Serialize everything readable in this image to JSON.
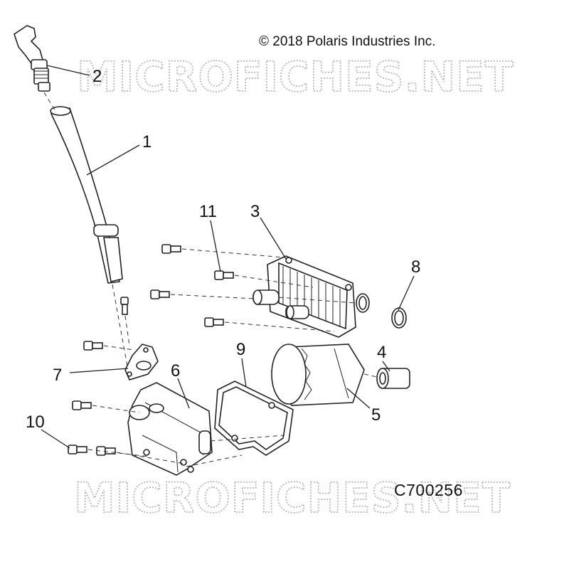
{
  "header": {
    "copyright": "© 2018 Polaris Industries Inc."
  },
  "watermark": {
    "text": "MICROFICHES.NET"
  },
  "footer": {
    "figure_code": "C700256"
  },
  "callouts": [
    {
      "id": "1",
      "label": "1",
      "part": "dipstick-tube"
    },
    {
      "id": "2",
      "label": "2",
      "part": "dipstick"
    },
    {
      "id": "3",
      "label": "3",
      "part": "oil-cooler"
    },
    {
      "id": "4",
      "label": "4",
      "part": "adapter-fitting"
    },
    {
      "id": "5",
      "label": "5",
      "part": "oil-filter"
    },
    {
      "id": "6",
      "label": "6",
      "part": "filter-housing"
    },
    {
      "id": "7",
      "label": "7",
      "part": "flange-gasket"
    },
    {
      "id": "8",
      "label": "8",
      "part": "o-ring"
    },
    {
      "id": "9",
      "label": "9",
      "part": "housing-gasket"
    },
    {
      "id": "10",
      "label": "10",
      "part": "housing-screw"
    },
    {
      "id": "11",
      "label": "11",
      "part": "cooler-screw"
    }
  ],
  "colors": {
    "line": "#222222",
    "watermark": "#bdbdbd",
    "background": "#ffffff"
  }
}
